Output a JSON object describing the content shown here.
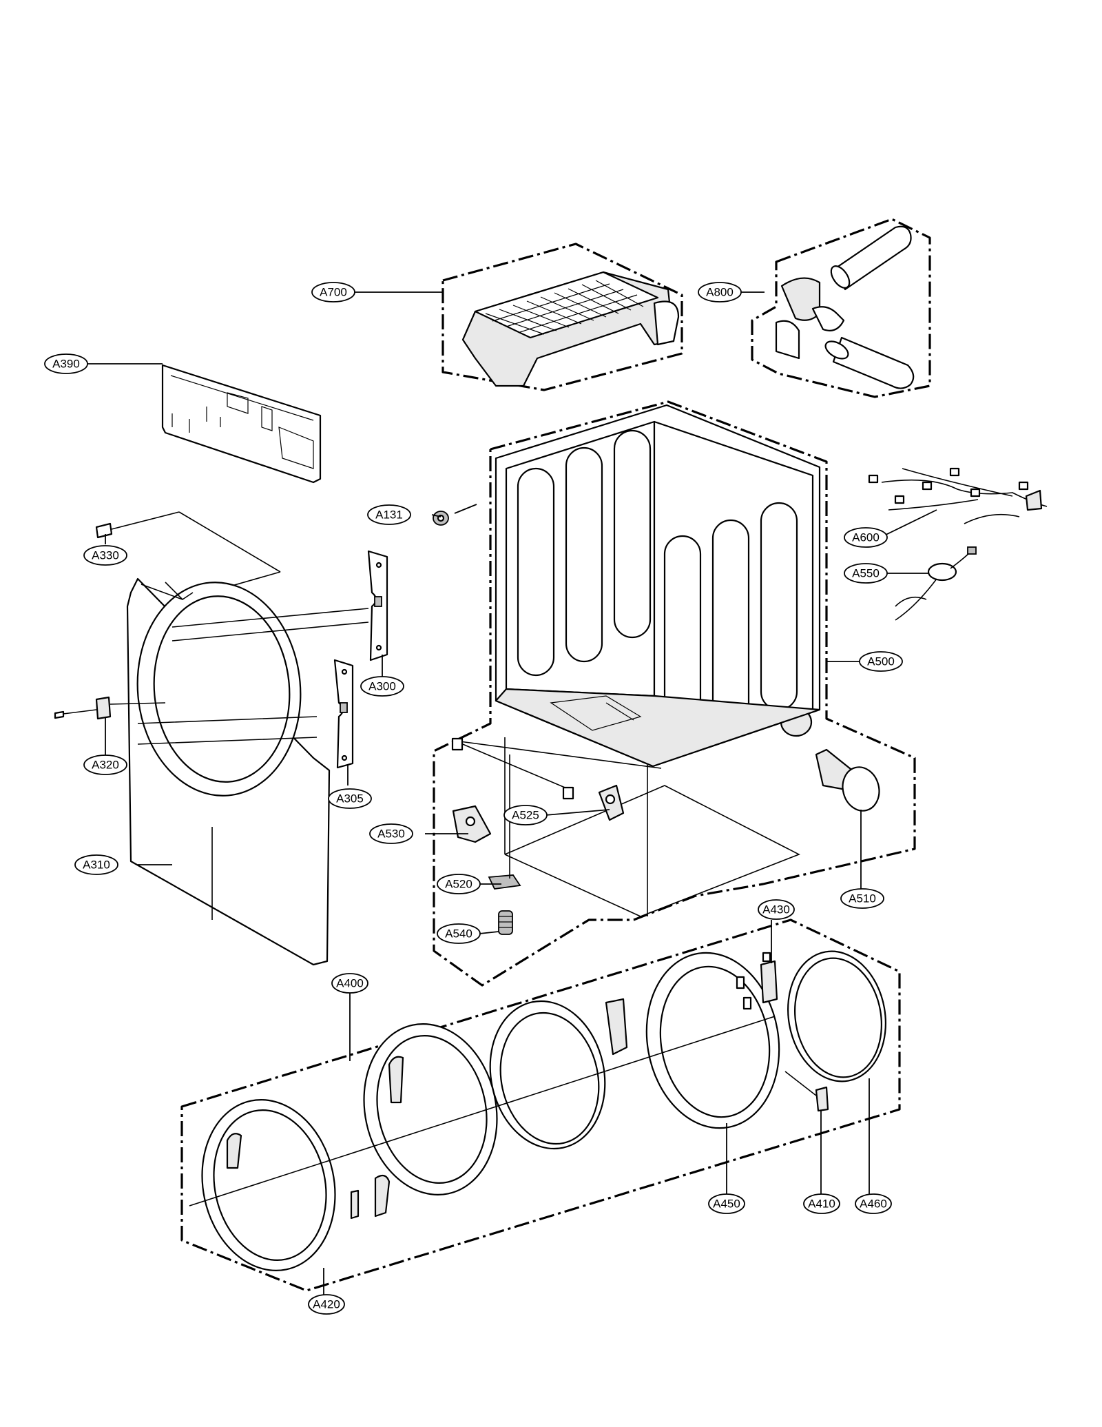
{
  "labels": {
    "A700": "A700",
    "A800": "A800",
    "A390": "A390",
    "A131": "A131",
    "A600": "A600",
    "A550": "A550",
    "A330": "A330",
    "A500": "A500",
    "A300": "A300",
    "A320": "A320",
    "A305": "A305",
    "A525": "A525",
    "A530": "A530",
    "A310": "A310",
    "A520": "A520",
    "A510": "A510",
    "A430": "A430",
    "A540": "A540",
    "A400": "A400",
    "A450": "A450",
    "A410": "A410",
    "A460": "A460",
    "A420": "A420"
  }
}
